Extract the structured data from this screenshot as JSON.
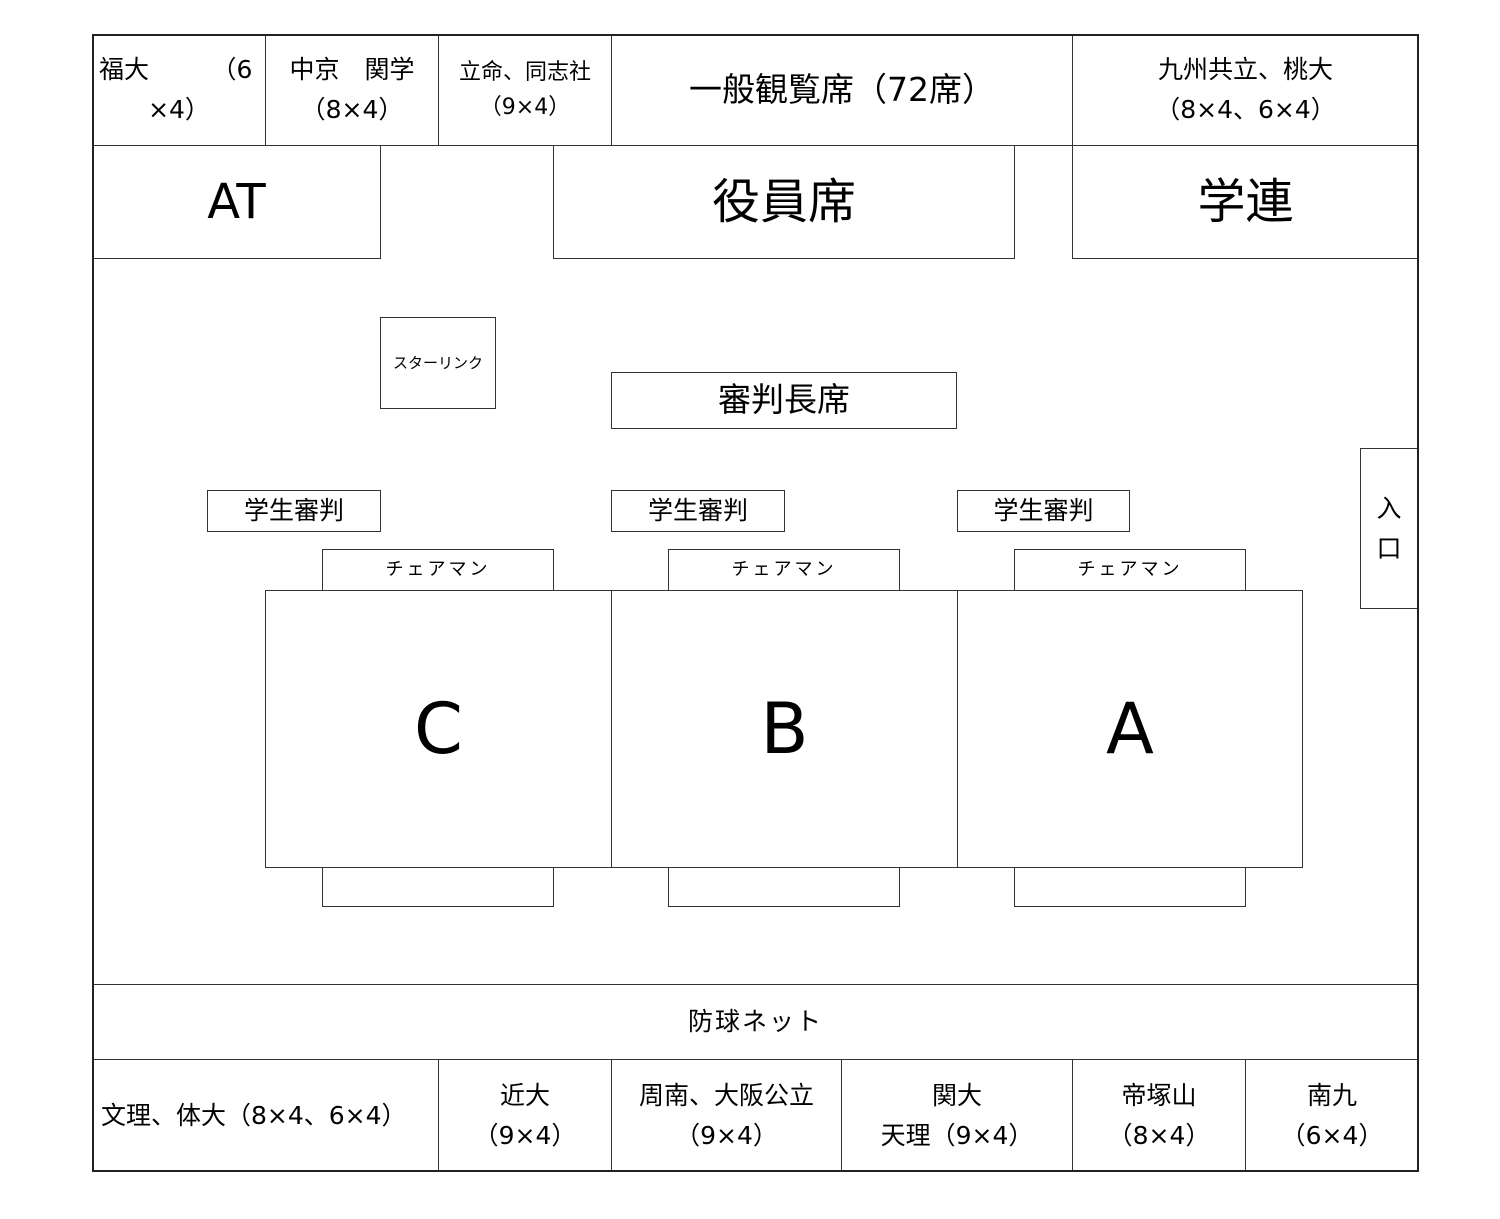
{
  "top_row": [
    {
      "line1": "福大　　　（6",
      "line2": "×4）"
    },
    {
      "line1": "中京　関学",
      "line2": "（8×4）"
    },
    {
      "line1": "立命、同志社",
      "line2": "（9×4）"
    },
    {
      "line1": "一般観覧席（72席）"
    },
    {
      "line1": "九州共立、桃大",
      "line2": "（8×4、6×4）"
    }
  ],
  "second_row": {
    "at": "AT",
    "officials": "役員席",
    "student_federation": "学連"
  },
  "starlink": "スターリンク",
  "head_referee": "審判長席",
  "student_referees": [
    "学生審判",
    "学生審判",
    "学生審判"
  ],
  "entrance": [
    "入",
    "口"
  ],
  "chairman": [
    "チェアマン",
    "チェアマン",
    "チェアマン"
  ],
  "courts": [
    "C",
    "B",
    "A"
  ],
  "net": "防球ネット",
  "bottom_row": [
    {
      "line1": "文理、体大（8×4、6×4）"
    },
    {
      "line1": "近大",
      "line2": "（9×4）"
    },
    {
      "line1": "周南、大阪公立",
      "line2": "（9×4）"
    },
    {
      "line1": "関大",
      "line2": "天理（9×4）"
    },
    {
      "line1": "帝塚山",
      "line2": "（8×4）"
    },
    {
      "line1": "南九",
      "line2": "（6×4）"
    }
  ]
}
